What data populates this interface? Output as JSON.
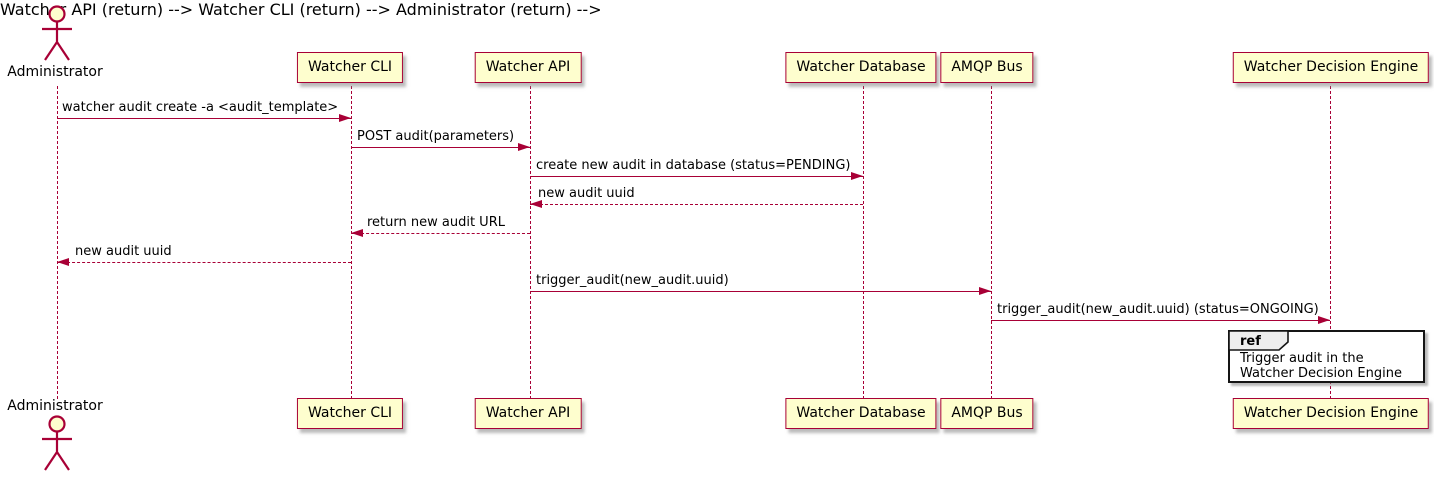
{
  "diagram": {
    "type": "uml-sequence",
    "colors": {
      "accent": "#A80036",
      "participant_fill": "#FEFECE",
      "ref_label_fill": "#EEEEEE",
      "ref_border": "#151515"
    },
    "actor": {
      "label": "Administrator"
    },
    "participants": [
      {
        "label": "Watcher CLI"
      },
      {
        "label": "Watcher API"
      },
      {
        "label": "Watcher Database"
      },
      {
        "label": "AMQP Bus"
      },
      {
        "label": "Watcher Decision Engine"
      }
    ],
    "messages": [
      {
        "from": "Administrator",
        "to": "Watcher CLI",
        "label": "watcher audit create -a <audit_template>",
        "line": "solid"
      },
      {
        "from": "Watcher CLI",
        "to": "Watcher API",
        "label": "POST audit(parameters)",
        "line": "solid"
      },
      {
        "from": "Watcher API",
        "to": "Watcher Database",
        "label": "create new audit in database (status=PENDING)",
        "line": "solid"
      },
      {
        "from": "Watcher Database",
        "to": "Watcher API",
        "label": "new audit uuid",
        "line": "dashed"
      },
      {
        "from": "Watcher API",
        "to": "Watcher CLI",
        "label": "return new audit URL",
        "line": "dashed"
      },
      {
        "from": "Watcher CLI",
        "to": "Administrator",
        "label": "new audit uuid",
        "line": "dashed"
      },
      {
        "from": "Watcher API",
        "to": "AMQP Bus",
        "label": "trigger_audit(new_audit.uuid)",
        "line": "solid"
      },
      {
        "from": "AMQP Bus",
        "to": "Watcher Decision Engine",
        "label": "trigger_audit(new_audit.uuid) (status=ONGOING)",
        "line": "solid"
      }
    ],
    "ref": {
      "keyword": "ref",
      "lines": [
        "Trigger audit in the",
        "Watcher Decision Engine"
      ]
    }
  }
}
